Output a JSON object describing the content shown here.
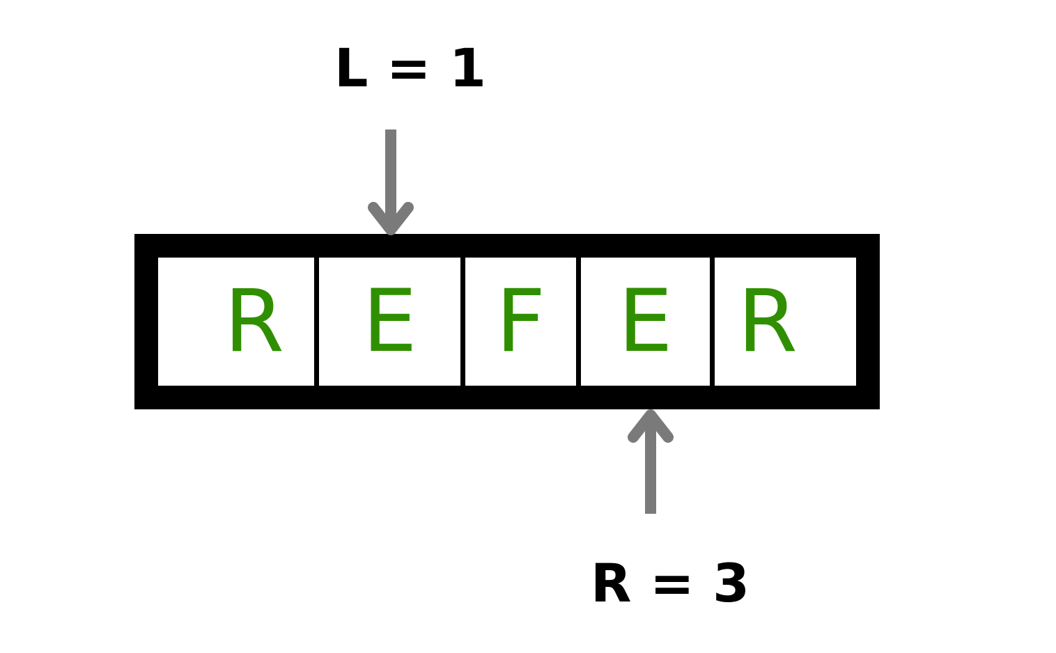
{
  "pointers": {
    "left": {
      "label": "L = 1",
      "index": 1
    },
    "right": {
      "label": "R = 3",
      "index": 3
    }
  },
  "array": {
    "cells": [
      "R",
      "E",
      "F",
      "E",
      "R"
    ]
  },
  "colors": {
    "letters": "#2f8f00",
    "arrows": "#7a7a7a",
    "box": "#000000"
  }
}
